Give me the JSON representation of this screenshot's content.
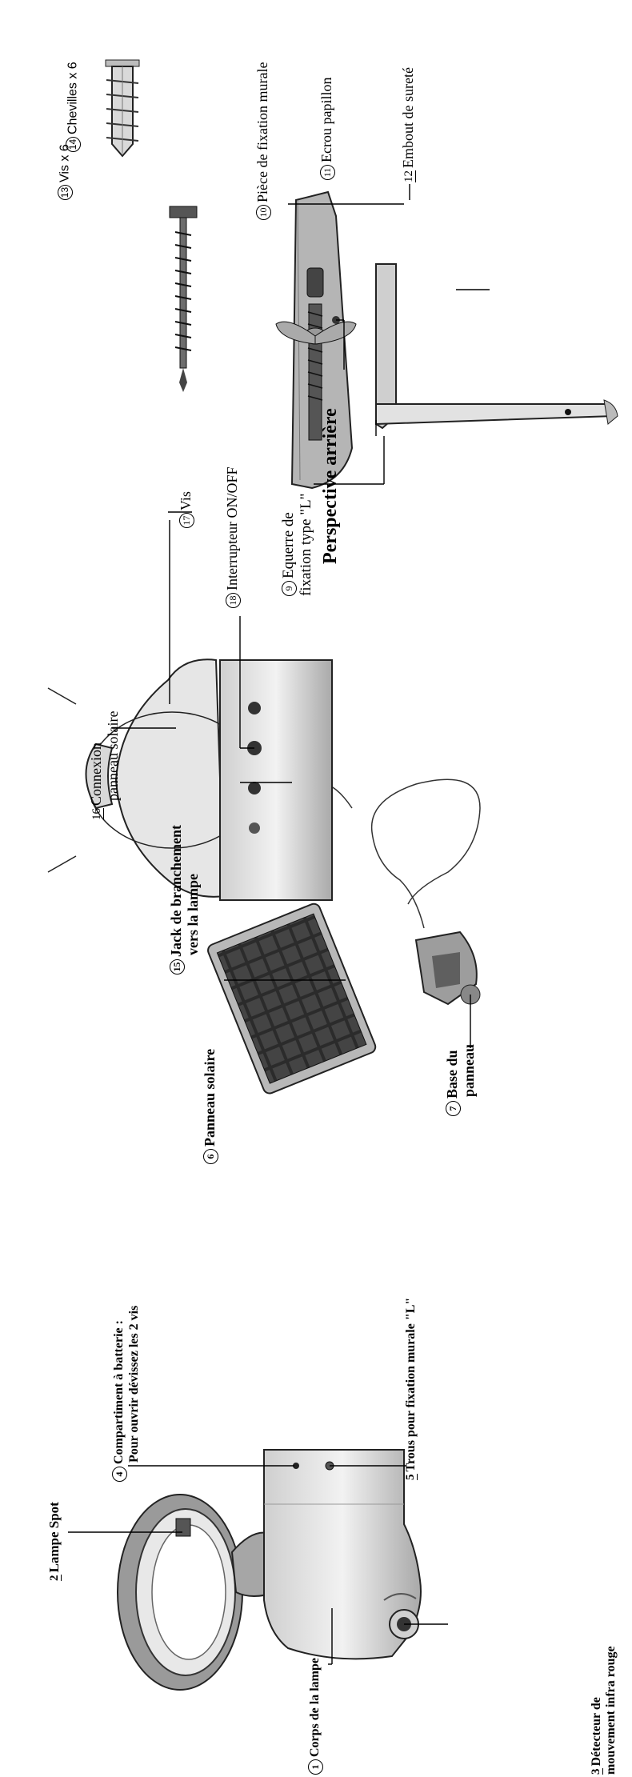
{
  "title": "Perspective arrière",
  "parts": {
    "p1": {
      "num": "1",
      "text": "Corps de la lampe"
    },
    "p2": {
      "num": "2",
      "text": "Lampe Spot"
    },
    "p3": {
      "num": "3",
      "line1": "Détecteur de",
      "line2": "mouvement infra rouge"
    },
    "p4": {
      "num": "4",
      "line1": "Compartiment à batterie :",
      "line2": "Pour ouvrir dévissez les 2 vis"
    },
    "p5": {
      "num": "5",
      "text": "Trous pour fixation murale \"L\""
    },
    "p6": {
      "num": "6",
      "text": "Panneau solaire"
    },
    "p7": {
      "num": "7",
      "line1": "Base du",
      "line2": "panneau"
    },
    "p9": {
      "num": "9",
      "line1": "Equerre de",
      "line2": "fixation type \"L\""
    },
    "p10": {
      "num": "10",
      "text": "Pièce de fixation murale"
    },
    "p11": {
      "num": "11",
      "text": "Ecrou papillon"
    },
    "p12": {
      "num": "12",
      "text": "Embout de sureté"
    },
    "p13": {
      "num": "13",
      "text": "Vis x 6"
    },
    "p14": {
      "num": "14",
      "text": "Chevilles x 6"
    },
    "p15": {
      "num": "15",
      "line1": "Jack de branchement",
      "line2": "vers la lampe"
    },
    "p16": {
      "num": "16",
      "line1": "Connexion",
      "line2": "panneau solaire"
    },
    "p17": {
      "num": "17",
      "text": "Vis"
    },
    "p18": {
      "num": "18",
      "text": "Interrupteur ON/OFF"
    }
  }
}
